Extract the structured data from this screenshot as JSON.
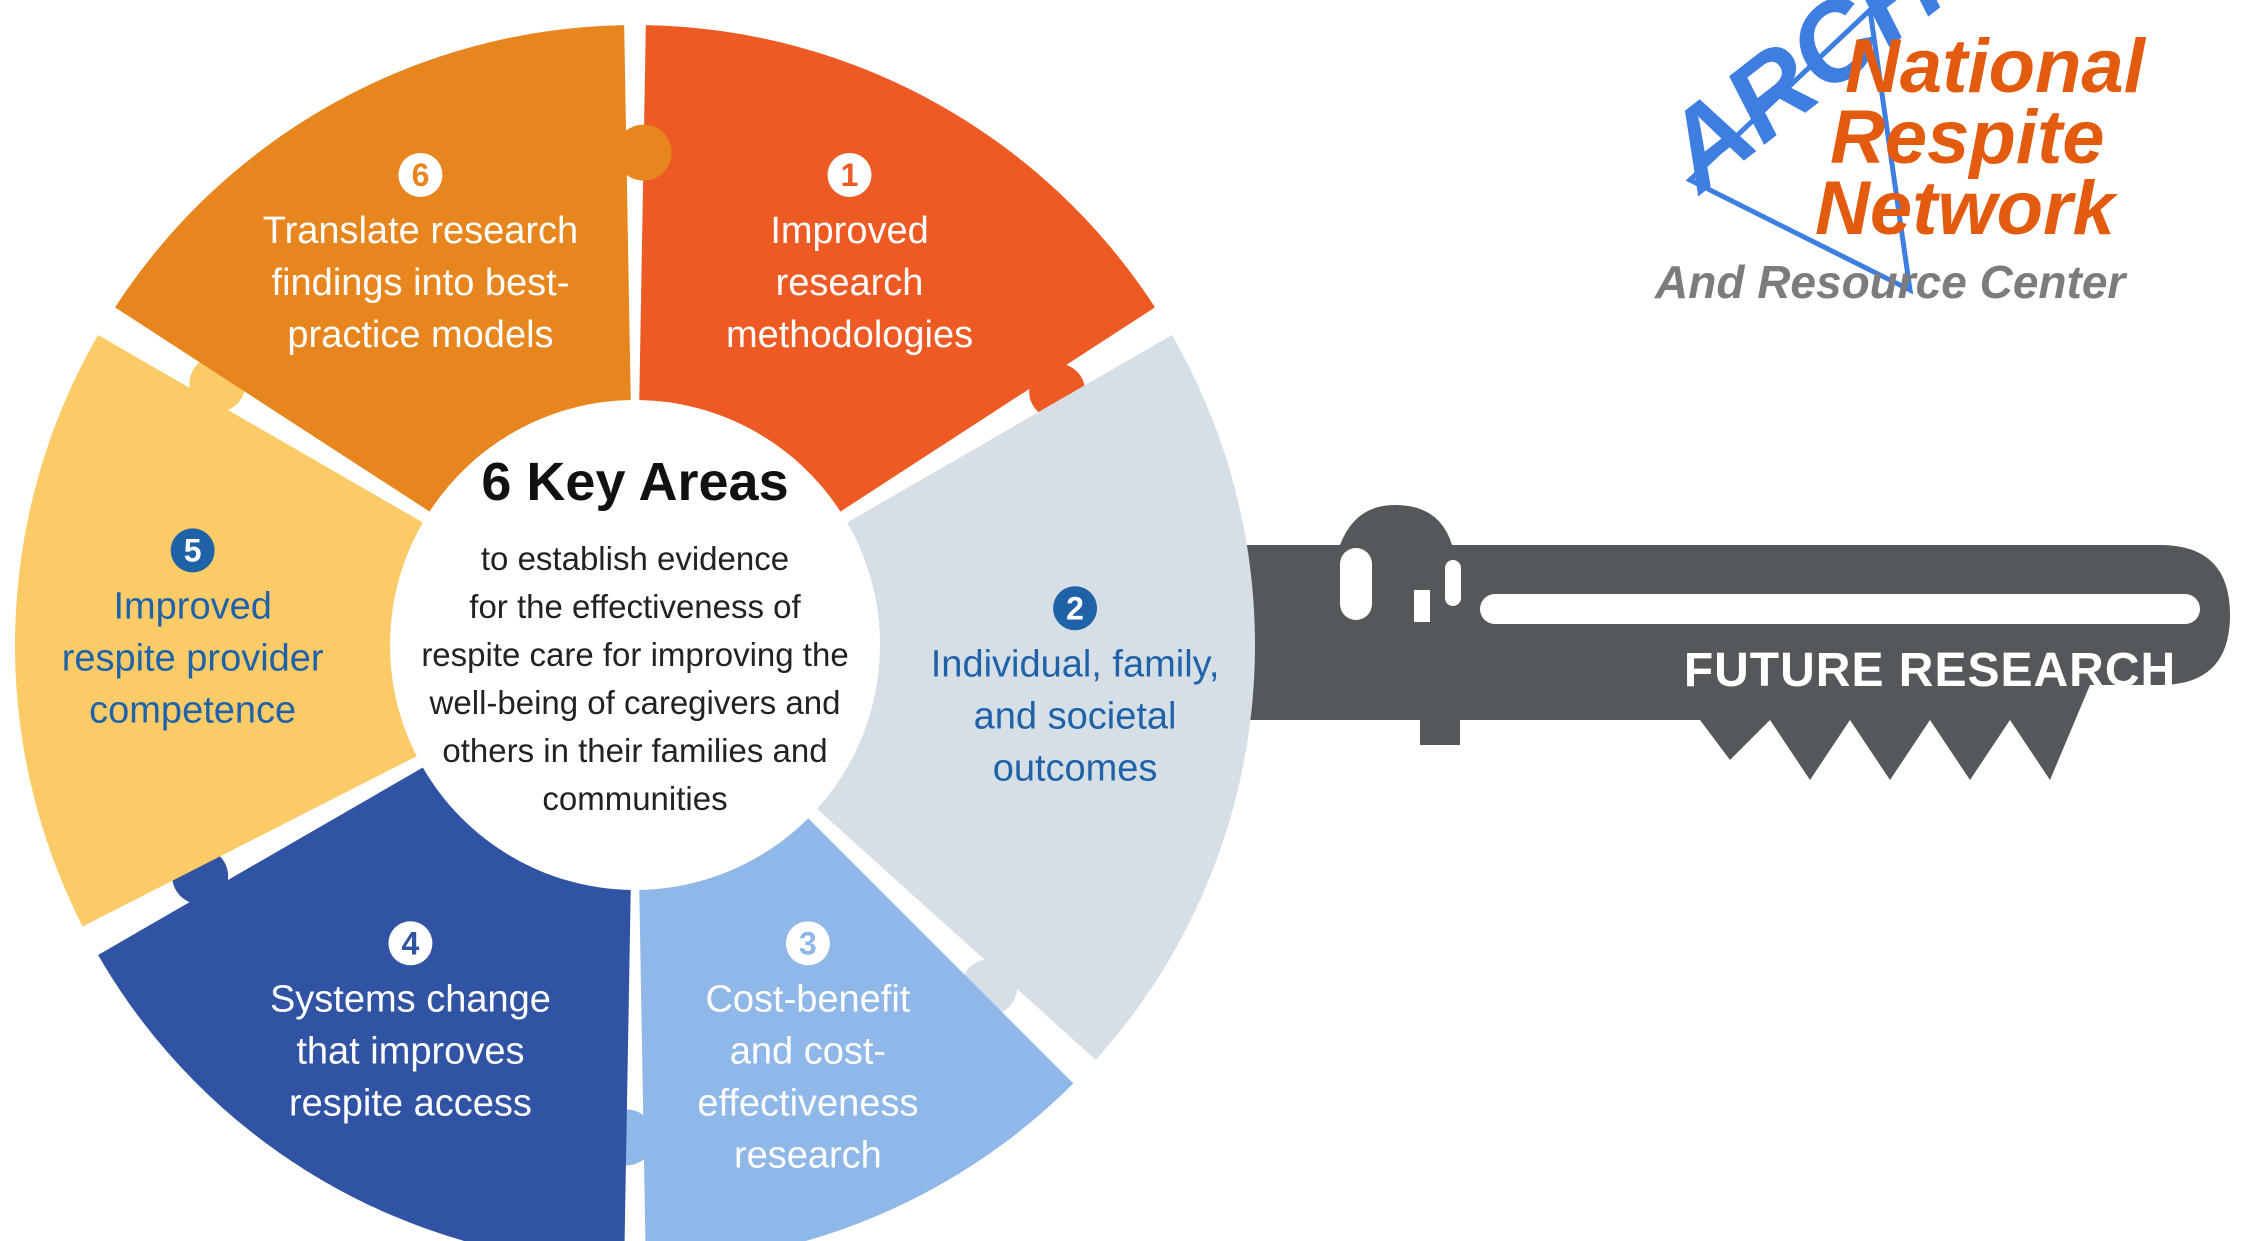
{
  "diagram": {
    "center": {
      "title": "6 Key Areas",
      "body_lines": [
        "to establish evidence",
        "for the effectiveness of",
        "respite care for improving the",
        "well-being of caregivers and",
        "others in their families and",
        "communities"
      ]
    },
    "segments": [
      {
        "number": "1",
        "lines": [
          "Improved",
          "research",
          "methodologies"
        ],
        "color": "#ee5a24",
        "text_color": "#ffffff"
      },
      {
        "number": "2",
        "lines": [
          "Individual, family,",
          "and societal",
          "outcomes"
        ],
        "color": "#d6dfe6",
        "text_color": "#1f62a8"
      },
      {
        "number": "3",
        "lines": [
          "Cost-benefit",
          "and cost-",
          "effectiveness",
          "research"
        ],
        "color": "#8fb8e9",
        "text_color": "#ffffff"
      },
      {
        "number": "4",
        "lines": [
          "Systems change",
          "that improves",
          "respite access"
        ],
        "color": "#3054a3",
        "text_color": "#ffffff"
      },
      {
        "number": "5",
        "lines": [
          "Improved",
          "respite provider",
          "competence"
        ],
        "color": "#fbcb67",
        "text_color": "#1f62a8"
      },
      {
        "number": "6",
        "lines": [
          "Translate research",
          "findings into best-",
          "practice models"
        ],
        "color": "#e7861f",
        "text_color": "#ffffff"
      }
    ],
    "key": {
      "label": "FUTURE RESEARCH",
      "color": "#55585b"
    }
  },
  "logo": {
    "arci": "ARCH",
    "title_lines": [
      "National",
      "Respite",
      "Network"
    ],
    "subtitle": "And Resource Center",
    "orange": "#e35b0e",
    "blue": "#3d7ee0",
    "gray": "#7c7c7c"
  }
}
